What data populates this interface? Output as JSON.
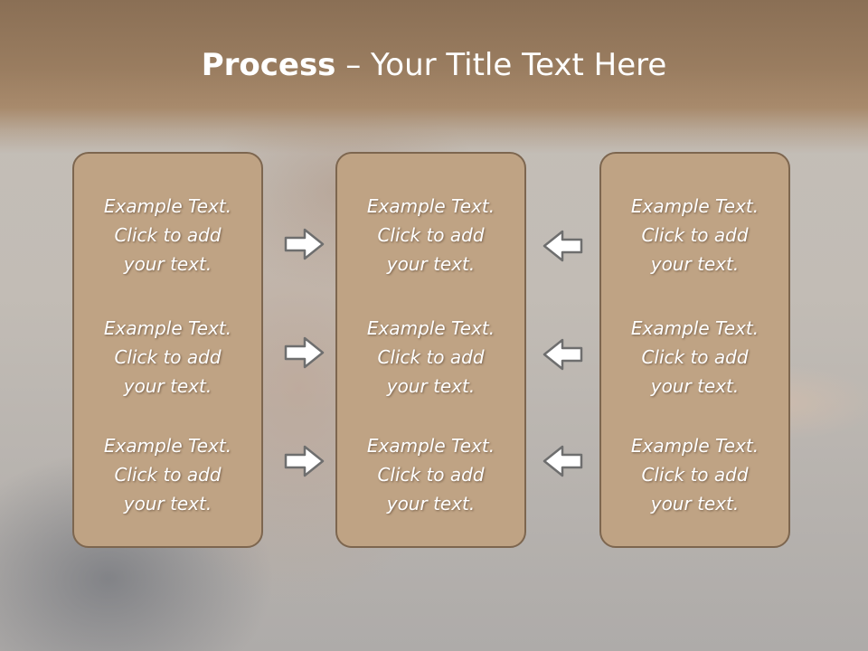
{
  "slide": {
    "title_bold": "Process",
    "title_rest": " – Your Title Text Here",
    "columns": [
      {
        "blocks": [
          {
            "line1": "Example Text.",
            "line2": "Click  to add",
            "line3": "your text."
          },
          {
            "line1": "Example Text.",
            "line2": "Click  to add",
            "line3": "your text."
          },
          {
            "line1": "Example Text.",
            "line2": "Click  to add",
            "line3": "your text."
          }
        ]
      },
      {
        "blocks": [
          {
            "line1": "Example Text.",
            "line2": "Click  to add",
            "line3": "your text."
          },
          {
            "line1": "Example Text.",
            "line2": "Click  to add",
            "line3": "your text."
          },
          {
            "line1": "Example Text.",
            "line2": "Click  to add",
            "line3": "your text."
          }
        ]
      },
      {
        "blocks": [
          {
            "line1": "Example Text.",
            "line2": "Click  to add",
            "line3": "your text."
          },
          {
            "line1": "Example Text.",
            "line2": "Click  to add",
            "line3": "your text."
          },
          {
            "line1": "Example Text.",
            "line2": "Click  to add",
            "line3": "your text."
          }
        ]
      }
    ],
    "arrows": {
      "left_group": "right-arrow-icon",
      "right_group": "left-arrow-icon"
    },
    "colors": {
      "panel_fill": "#bfa384",
      "panel_border": "#7d664f",
      "header": "#8a6f55",
      "text": "#ffffff"
    }
  }
}
